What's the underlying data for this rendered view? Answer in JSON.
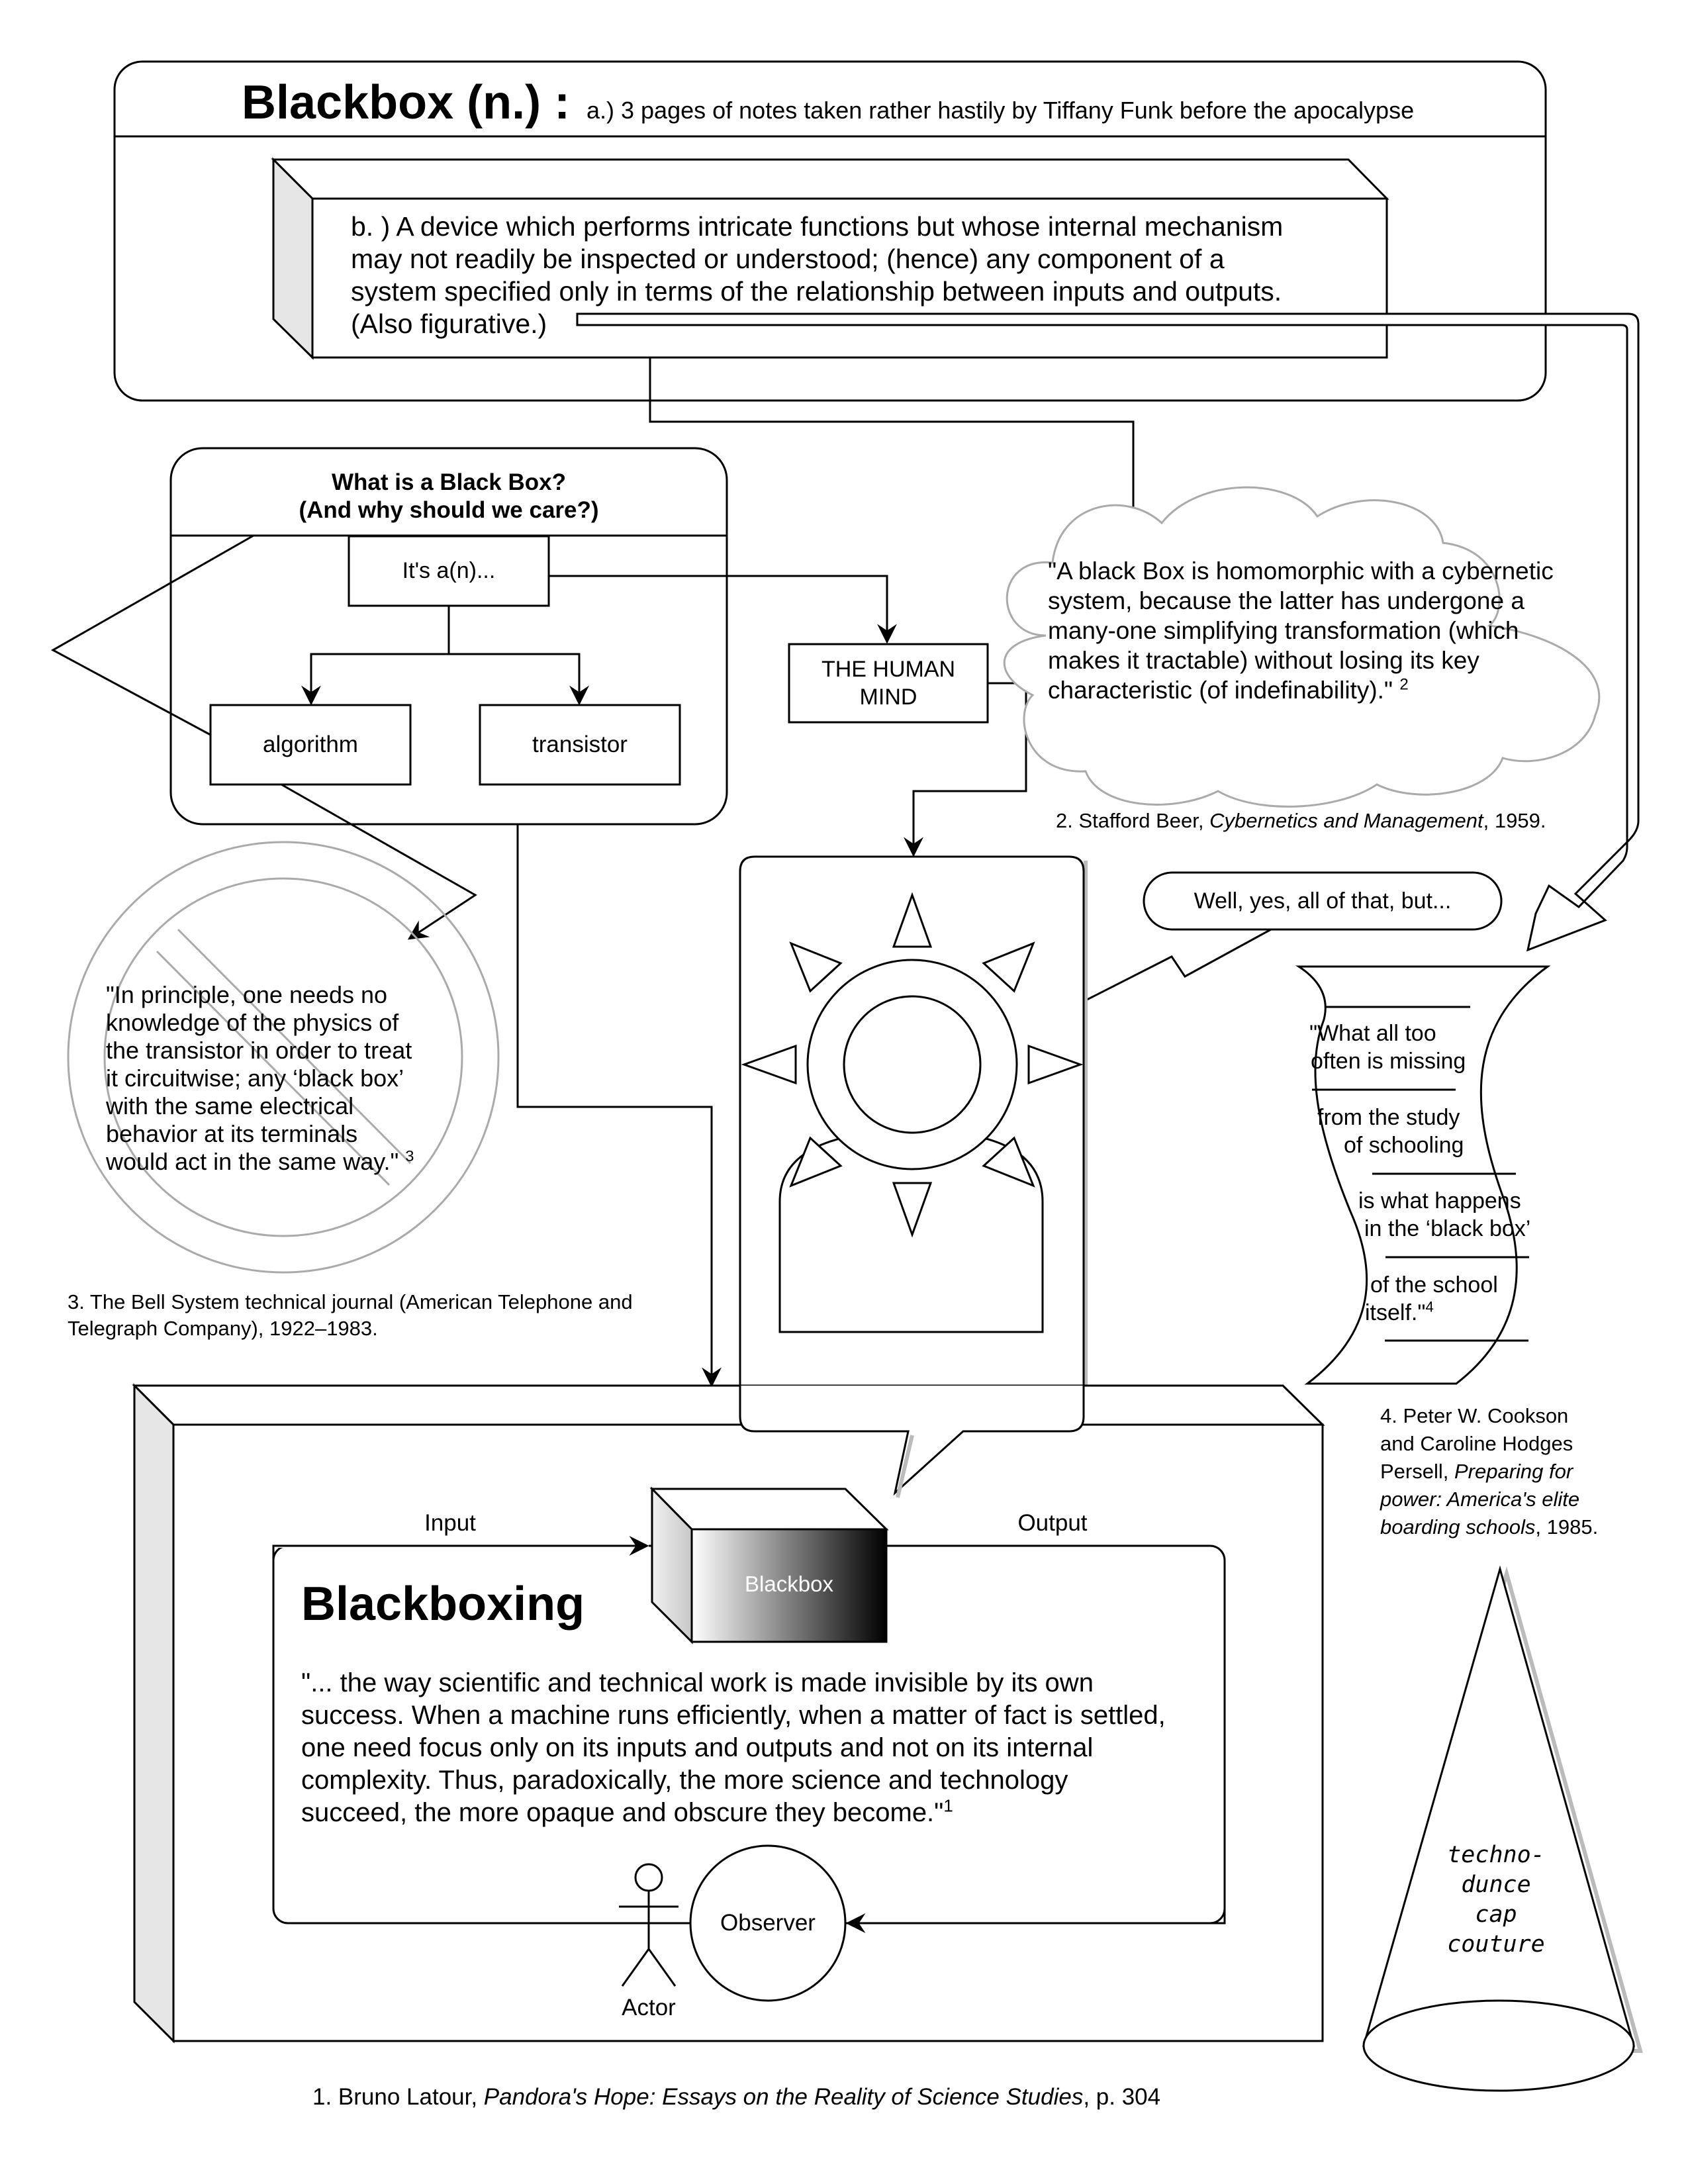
{
  "header": {
    "title": "Blackbox (n.) :",
    "subtitle": "a.) 3 pages of notes taken rather hastily by Tiffany Funk before the apocalypse",
    "definition_line1": "b. ) A device which performs intricate functions but whose internal mechanism",
    "definition_line2": "may not readily be inspected or understood; (hence) any component of a",
    "definition_line3": "system specified only in terms of the relationship between inputs and outputs.",
    "definition_line4": "(Also figurative.)"
  },
  "what_is": {
    "title_line1": "What is a Black Box?",
    "title_line2": "(And why should we care?)",
    "root": "It's a(n)...",
    "option_algorithm": "algorithm",
    "option_transistor": "transistor",
    "option_mind_line1": "THE HUMAN",
    "option_mind_line2": "MIND"
  },
  "beer_quote": {
    "line1": "\"A black Box is homomorphic with a cybernetic",
    "line2": "system, because the latter has undergone a",
    "line3": "many-one simplifying transformation (which",
    "line4": "makes it tractable) without losing its key",
    "line5": "characteristic (of indefinability).\"",
    "ref": "2",
    "citation_prefix": "2.  Stafford Beer, ",
    "citation_title": "Cybernetics and Management",
    "citation_suffix": ", 1959."
  },
  "speech_bubble": "Well, yes, all of that, but...",
  "bell_quote": {
    "line1": "\"In principle, one needs no",
    "line2": "knowledge of the physics of",
    "line3": "the transistor in order to treat",
    "line4": "it circuitwise; any ‘black box’",
    "line5": "with the same electrical",
    "line6": "behavior at its terminals",
    "line7": "would act in the same way.\"",
    "ref": "3",
    "citation_line1": "3.  The Bell System technical journal (American Telephone and",
    "citation_line2": "Telegraph Company), 1922–1983."
  },
  "school_quote": {
    "line1": "\"What all too",
    "line2": "often is missing",
    "line3": "from the study",
    "line4": "of schooling",
    "line5": "is what happens",
    "line6": "in the ‘black box’",
    "line7": "of the school",
    "line8": "itself.\"",
    "ref": "4",
    "citation_line1": "4. Peter W. Cookson",
    "citation_line2": "and Caroline Hodges",
    "citation_line3_prefix": "Persell, ",
    "citation_line3_title": "Preparing for",
    "citation_line4_title": "power: America's elite",
    "citation_line5_title": "boarding schools",
    "citation_line5_suffix": ", 1985."
  },
  "blackboxing": {
    "input_label": "Input",
    "output_label": "Output",
    "box_label": "Blackbox",
    "heading": "Blackboxing",
    "quote_line1": "\"... the way scientific and technical work is made invisible by its own",
    "quote_line2": "success. When a machine runs efficiently, when a matter of fact is settled,",
    "quote_line3": "one need focus only on its inputs and outputs and not on its internal",
    "quote_line4": "complexity. Thus, paradoxically, the more science and technology",
    "quote_line5": "succeed, the more opaque and obscure they become.\"",
    "ref": "1",
    "observer_label": "Observer",
    "actor_label": "Actor",
    "citation_prefix": "1. Bruno Latour, ",
    "citation_title": "Pandora's Hope: Essays on the Reality of Science Studies",
    "citation_suffix": ", p. 304"
  },
  "dunce_cap": {
    "line1": "techno-",
    "line2": "dunce",
    "line3": "cap",
    "line4": "couture"
  },
  "colors": {
    "line": "#000000",
    "cloud": "#aaaaaa",
    "no_sign": "#aaaaaa",
    "side_face": "#e6e6e6",
    "shadow": "#bbbbbb"
  },
  "icons": [
    "prohibition-sign-icon",
    "head-sun-icon",
    "stick-figure-icon",
    "dunce-cap-icon",
    "cloud-shape",
    "tape-shape"
  ]
}
